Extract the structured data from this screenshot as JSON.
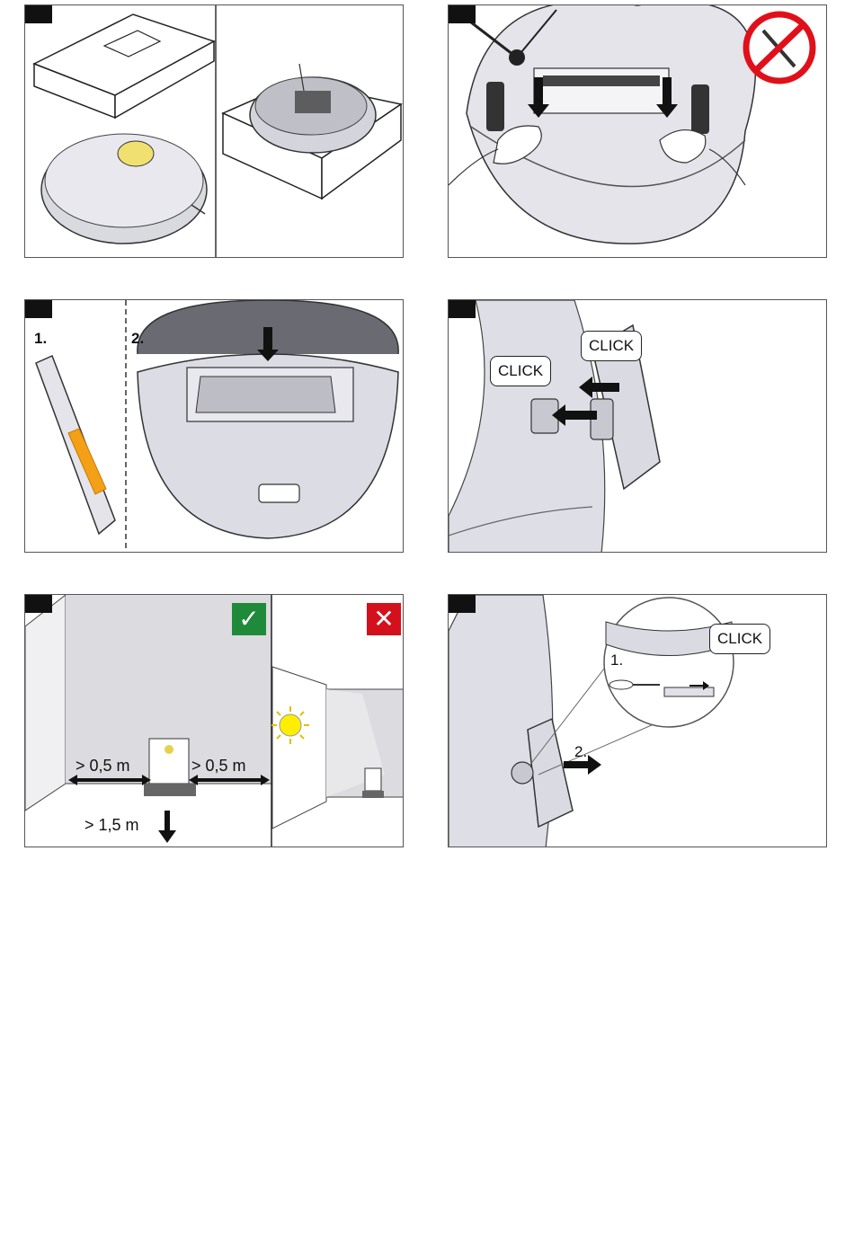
{
  "panels": {
    "p2": {
      "steps": [
        "1.",
        "2."
      ]
    },
    "p3": {
      "callouts": [
        "CLICK",
        "CLICK"
      ]
    },
    "p4": {
      "dimensions": [
        "> 0,5 m",
        "> 0,5 m",
        "> 1,5 m"
      ],
      "ok_icon": "✓",
      "no_icon": "✕",
      "colors": {
        "ok": "#1e8a3a",
        "no": "#d3111d",
        "sun": "#ffee00"
      }
    },
    "p5": {
      "callout": "CLICK",
      "steps": [
        "1.",
        "2."
      ]
    }
  },
  "icons": {
    "panel0": "box-unpacking-illustration",
    "panel1": "no-screwdriver-icon",
    "panel5": "sun-icon"
  }
}
